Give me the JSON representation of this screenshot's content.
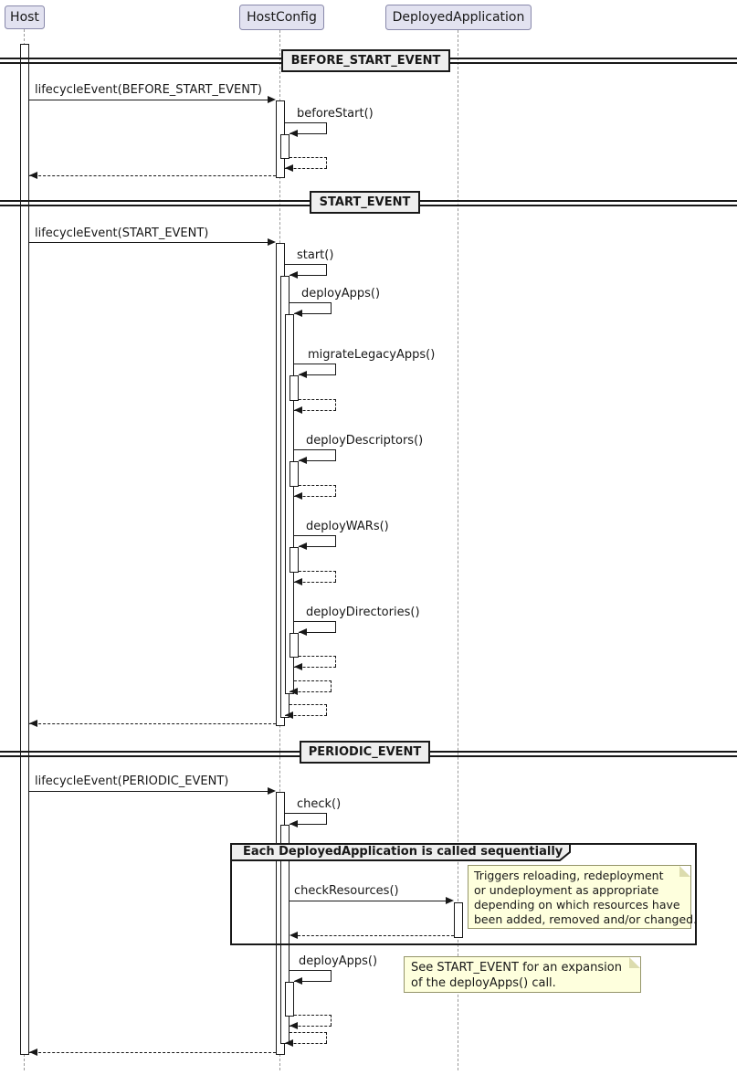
{
  "diagram": {
    "participants": [
      {
        "name": "Host"
      },
      {
        "name": "HostConfig"
      },
      {
        "name": "DeployedApplication"
      }
    ],
    "dividers": [
      {
        "label": "BEFORE_START_EVENT"
      },
      {
        "label": "START_EVENT"
      },
      {
        "label": "PERIODIC_EVENT"
      }
    ],
    "messages": {
      "lifecycle_before_start": "lifecycleEvent(BEFORE_START_EVENT)",
      "before_start": "beforeStart()",
      "lifecycle_start": "lifecycleEvent(START_EVENT)",
      "start": "start()",
      "deploy_apps": "deployApps()",
      "migrate_legacy_apps": "migrateLegacyApps()",
      "deploy_descriptors": "deployDescriptors()",
      "deploy_wars": "deployWARs()",
      "deploy_directories": "deployDirectories()",
      "lifecycle_periodic": "lifecycleEvent(PERIODIC_EVENT)",
      "check": "check()",
      "check_resources": "checkResources()",
      "deploy_apps_periodic": "deployApps()"
    },
    "group": {
      "title": "Each DeployedApplication is called sequentially"
    },
    "notes": [
      {
        "lines": [
          "Triggers reloading, redeployment",
          "or undeployment as appropriate",
          "depending on which resources have",
          "been added, removed and/or changed."
        ]
      },
      {
        "lines": [
          "See START_EVENT for an expansion",
          "of the deployApps() call."
        ]
      }
    ],
    "colors": {
      "participant_fill": "#E2E2F0",
      "participant_border": "#8888AA",
      "note_fill": "#FEFFDD",
      "divider_fill": "#EEEEEE",
      "line": "#181818",
      "lifeline": "#9A9A9A"
    }
  }
}
